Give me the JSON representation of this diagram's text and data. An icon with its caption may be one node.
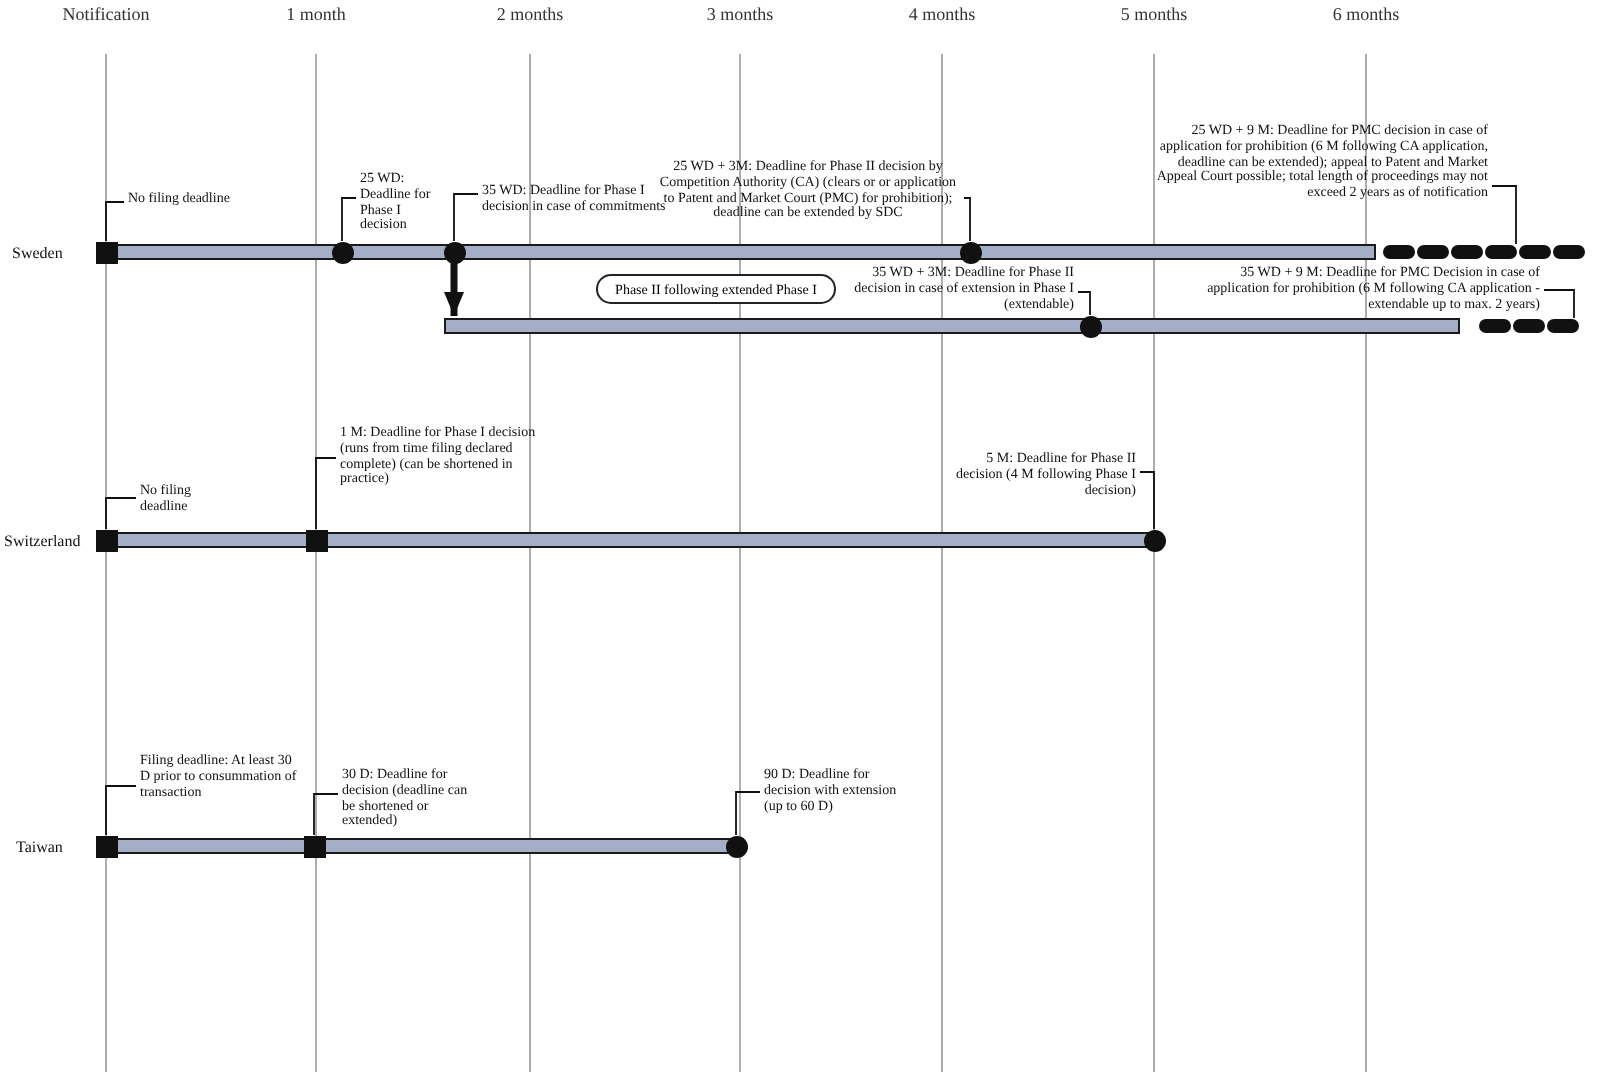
{
  "diagram": {
    "nodes": [
      {
        "text": [
          "Sweden"
        ]
      },
      {
        "text": [],
        "shape": "box"
      },
      {
        "text": [],
        "shape": "circle"
      },
      {
        "text": [],
        "shape": "circle"
      },
      {
        "text": [],
        "shape": "circle"
      },
      {
        "text": [
          "No filing deadline"
        ]
      },
      {
        "text": [
          "25 WD: Deadline for Phase I decision"
        ]
      },
      {
        "text": [
          "35 WD: Deadline for Phase I decision in case of commitments"
        ]
      },
      {
        "text": [
          "25 WD + 3M: Deadline for Phase II decision by Competition Authority (CA) (clears or or application to Patent and Market Court (PMC) for prohibition); deadline can be extended by SDC"
        ]
      },
      {
        "text": [
          "25 WD + 9 M: Deadline for PMC decision in case of application for prohibition (6 M following CA application, deadline can be extended); appeal to Patent and Market Appeal Court possible; total length of proceedings may not exceed 2 years as of notification"
        ]
      },
      {
        "text": [
          "Phase II following extended Phase I"
        ]
      },
      {
        "text": [],
        "shape": "bar"
      },
      {
        "text": [],
        "shape": "circle"
      },
      {
        "text": [
          "35 WD + 3M: Deadline for Phase II decision in case of extension in Phase I (extendable)"
        ]
      },
      {
        "text": [
          "35 WD + 9 M: Deadline for PMC Decision in case of application for prohibition (6 M following CA application - extendable up to max. 2 years)"
        ]
      },
      {
        "text": [
          "Switzerland"
        ]
      },
      {
        "text": [],
        "shape": "box"
      },
      {
        "text": [],
        "shape": "box"
      },
      {
        "text": [],
        "shape": "circle"
      },
      {
        "text": [
          "No filing deadline"
        ]
      },
      {
        "text": [
          "1 M: Deadline for Phase I decision (runs from time filing declared complete) (can be shortened in practice)"
        ]
      },
      {
        "text": [
          "5 M: Deadline for Phase II decision (4 M following Phase I decision)"
        ]
      },
      {
        "text": [
          "Taiwan"
        ]
      },
      {
        "text": [],
        "shape": "box"
      },
      {
        "text": [],
        "shape": "box"
      },
      {
        "text": [],
        "shape": "circle"
      },
      {
        "text": [
          "Filing deadline: At least 30 D prior to consummation of transaction"
        ]
      },
      {
        "text": [
          "30 D: Deadline for decision (deadline can be shortened or extended)"
        ]
      },
      {
        "text": [
          "90 D: Deadline for decision with extension (up to 60 D)"
        ]
      },
      {
        "text": [],
        "shape": "dashes"
      },
      {
        "text": [],
        "shape": "dashes"
      }
    ],
    "edges": [
      {
        "from": 5,
        "to": 1,
        "arrow": "none"
      },
      {
        "from": 6,
        "to": 2,
        "arrow": "none"
      },
      {
        "from": 7,
        "to": 3,
        "arrow": "none"
      },
      {
        "from": 8,
        "to": 4,
        "arrow": "none"
      },
      {
        "from": 9,
        "to": 29,
        "arrow": "none"
      },
      {
        "from": 13,
        "to": 12,
        "arrow": "none"
      },
      {
        "from": 14,
        "to": 30,
        "arrow": "none"
      },
      {
        "from": 19,
        "to": 16,
        "arrow": "none"
      },
      {
        "from": 20,
        "to": 17,
        "arrow": "none"
      },
      {
        "from": 21,
        "to": 18,
        "arrow": "none"
      },
      {
        "from": 26,
        "to": 23,
        "arrow": "none"
      },
      {
        "from": 27,
        "to": 24,
        "arrow": "none"
      },
      {
        "from": 28,
        "to": 25,
        "arrow": "none"
      },
      {
        "from": 3,
        "to": 11,
        "arrow": "to",
        "style": "thick"
      }
    ],
    "labels": [
      "Notification",
      "1 month",
      "2 months",
      "3 months",
      "4 months",
      "5 months",
      "6 months"
    ]
  }
}
